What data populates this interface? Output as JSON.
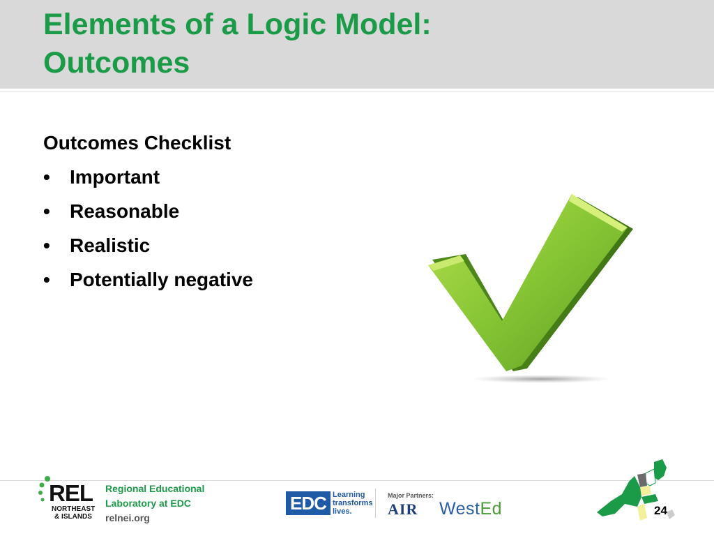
{
  "slide": {
    "title_line1": "Elements of a Logic Model:",
    "title_line2": "Outcomes",
    "title_color": "#1b9a48",
    "band_color": "#d9d9d9"
  },
  "checklist": {
    "heading": "Outcomes Checklist",
    "bullet_symbol": "•",
    "items": [
      "Important",
      "Reasonable",
      "Realistic",
      "Potentially negative"
    ]
  },
  "checkmark": {
    "icon": "checkmark-icon",
    "color": "#7dc242"
  },
  "footer": {
    "rel_logo": {
      "word": "REL",
      "sub_line1": "NORTHEAST",
      "sub_line2": "& ISLANDS"
    },
    "lab_line1": "Regional Educational",
    "lab_line2": "Laboratory at EDC",
    "lab_url": "relnei.org",
    "edc": {
      "name": "EDC",
      "tag_line1": "Learning",
      "tag_line2": "transforms",
      "tag_line3": "lives."
    },
    "partners_label": "Major Partners:",
    "air": "AIR",
    "wested_a": "West",
    "wested_b": "Ed",
    "page_number": "24"
  }
}
